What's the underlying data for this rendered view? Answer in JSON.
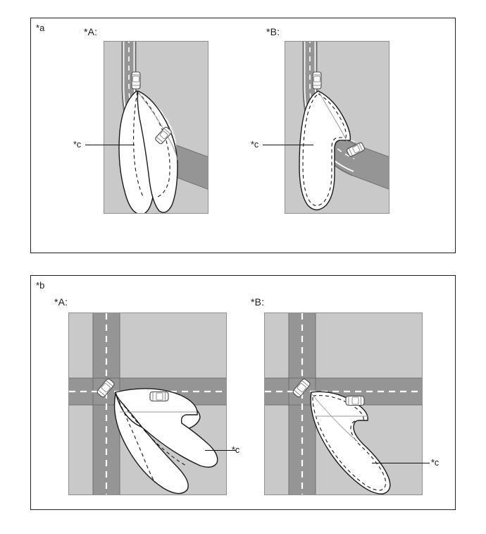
{
  "figure": {
    "type": "technical-illustration",
    "description": "Vehicle detection/visibility range diagrams at curves and intersections",
    "background_color": "#ffffff",
    "border_color": "#222222"
  },
  "palette": {
    "ground": "#c9c9c9",
    "road": "#959595",
    "lane_marking": "#ffffff",
    "road_edge": "#ffffff",
    "outline": "#1a1a1a",
    "detection_fill": "#ffffff",
    "stipple": "#b8b8b8",
    "vehicle_body": "#fdfdfd",
    "vehicle_outline": "#4a4a4a"
  },
  "sections": [
    {
      "id": "a",
      "tag": "*a",
      "scenario": "curve",
      "panels": [
        {
          "id": "a-A",
          "tag": "*A:",
          "callout": "*c",
          "callout_side": "left",
          "road_type": "curved-road",
          "vehicles": 2,
          "detection_lobes": 2
        },
        {
          "id": "a-B",
          "tag": "*B:",
          "callout": "*c",
          "callout_side": "left",
          "road_type": "curved-road",
          "vehicles": 2,
          "detection_lobes": 1
        }
      ]
    },
    {
      "id": "b",
      "tag": "*b",
      "scenario": "intersection",
      "panels": [
        {
          "id": "b-A",
          "tag": "*A:",
          "callout": "*c",
          "callout_side": "right",
          "road_type": "cross-intersection",
          "vehicles": 2,
          "detection_lobes": 2
        },
        {
          "id": "b-B",
          "tag": "*B:",
          "callout": "*c",
          "callout_side": "right",
          "road_type": "cross-intersection",
          "vehicles": 2,
          "detection_lobes": 1
        }
      ]
    }
  ],
  "labels": {
    "section_a": "*a",
    "section_b": "*b",
    "case_a_left": "*A:",
    "case_a_right": "*B:",
    "case_b_left": "*A:",
    "case_b_right": "*B:",
    "callout_a_left": "*c",
    "callout_a_right": "*c",
    "callout_b_left": "*c",
    "callout_b_right": "*c"
  }
}
